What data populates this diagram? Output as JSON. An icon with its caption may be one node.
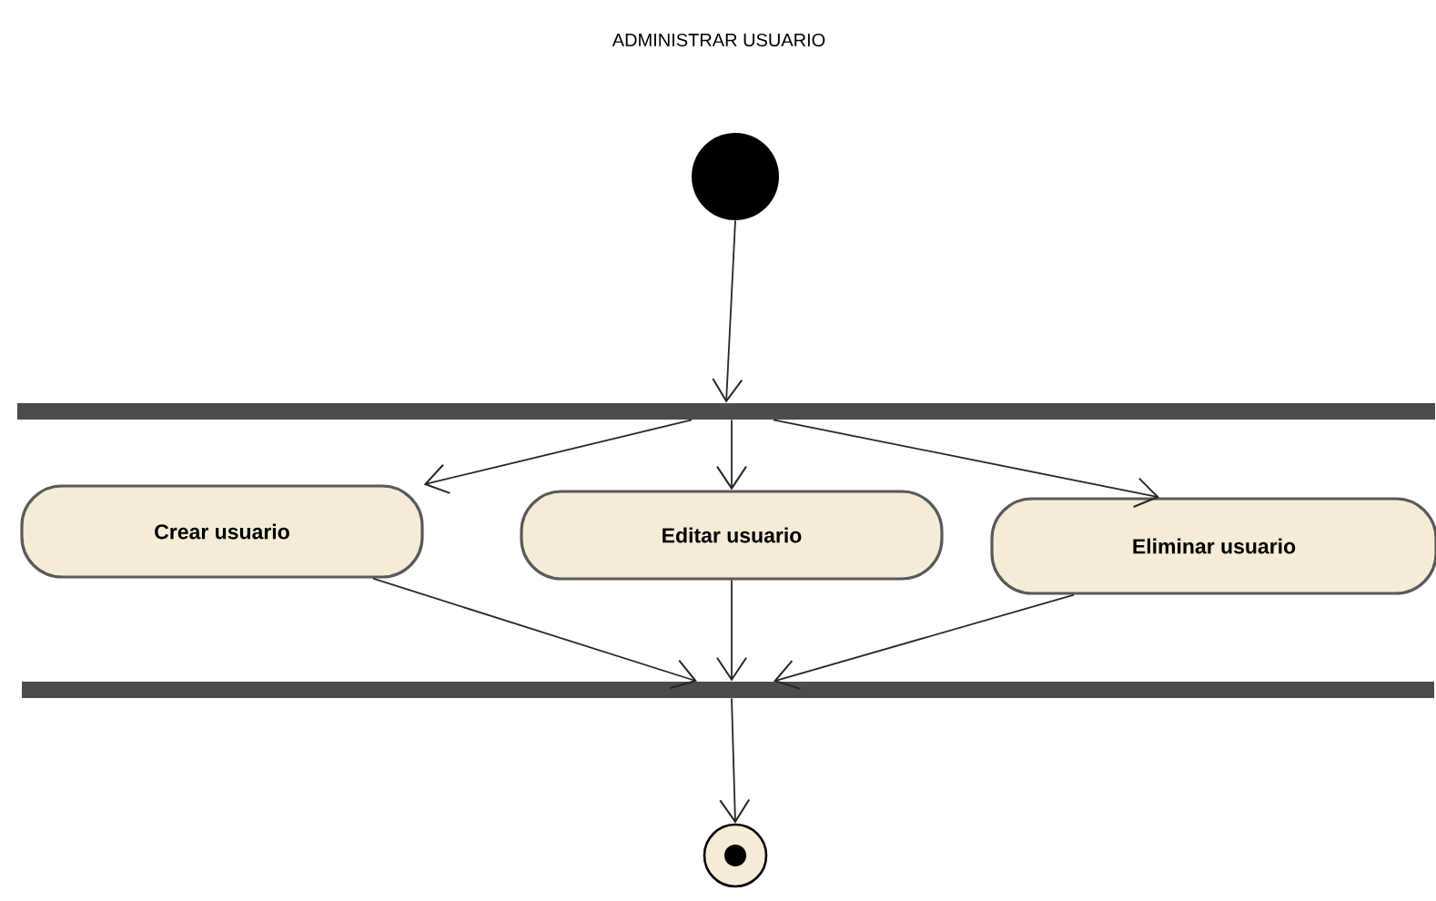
{
  "diagram": {
    "title": "ADMINISTRAR USUARIO",
    "nodes": [
      {
        "text": [],
        "shape": "circle"
      },
      {
        "text": [],
        "shape": "bar"
      },
      {
        "text": [
          "Crear usuario"
        ]
      },
      {
        "text": [
          "Editar usuario"
        ]
      },
      {
        "text": [
          "Eliminar usuario"
        ]
      },
      {
        "text": [],
        "shape": "bar"
      },
      {
        "text": [],
        "shape": "bullseye"
      }
    ],
    "edges": [
      {
        "from": 0,
        "to": 1,
        "arrow": "to"
      },
      {
        "from": 1,
        "to": 2,
        "arrow": "to"
      },
      {
        "from": 1,
        "to": 3,
        "arrow": "to"
      },
      {
        "from": 1,
        "to": 4,
        "arrow": "to"
      },
      {
        "from": 2,
        "to": 5,
        "arrow": "to"
      },
      {
        "from": 3,
        "to": 5,
        "arrow": "to"
      },
      {
        "from": 4,
        "to": 5,
        "arrow": "to"
      },
      {
        "from": 5,
        "to": 6,
        "arrow": "to"
      }
    ]
  }
}
